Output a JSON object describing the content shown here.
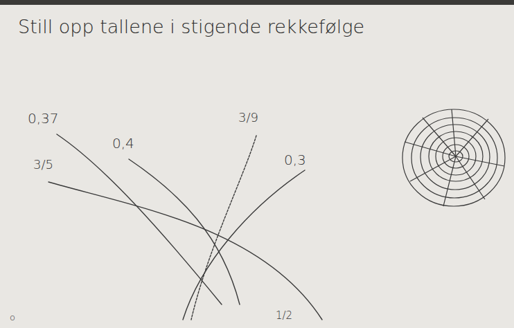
{
  "diagram": {
    "title": "Still opp tallene i stigende rekkefølge",
    "labels": [
      "0,37",
      "3/5",
      "0,4",
      "3/9",
      "0,3",
      "1/2",
      "o"
    ]
  }
}
